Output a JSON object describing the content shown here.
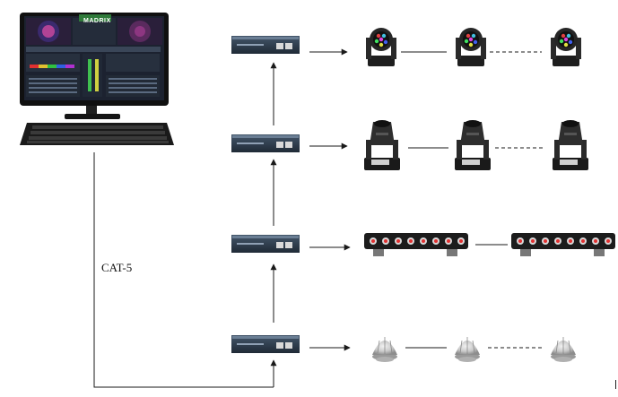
{
  "diagram": {
    "cable_label": "CAT-5",
    "software_brand": "MADRIX",
    "controller_count": 4,
    "fixture_rows": [
      {
        "fixture": "small-moving-head-wash",
        "link_pattern": [
          "solid",
          "dashed"
        ]
      },
      {
        "fixture": "moving-head-spot",
        "link_pattern": [
          "solid",
          "dashed"
        ]
      },
      {
        "fixture": "led-beam-bar",
        "link_pattern": [
          "solid"
        ]
      },
      {
        "fixture": "dome-spotlight",
        "link_pattern": [
          "solid",
          "dashed"
        ]
      }
    ],
    "colors": {
      "line": "#1a1a1a",
      "device_body": "#2b3a4a",
      "screen_bg": "#1c2230"
    }
  }
}
